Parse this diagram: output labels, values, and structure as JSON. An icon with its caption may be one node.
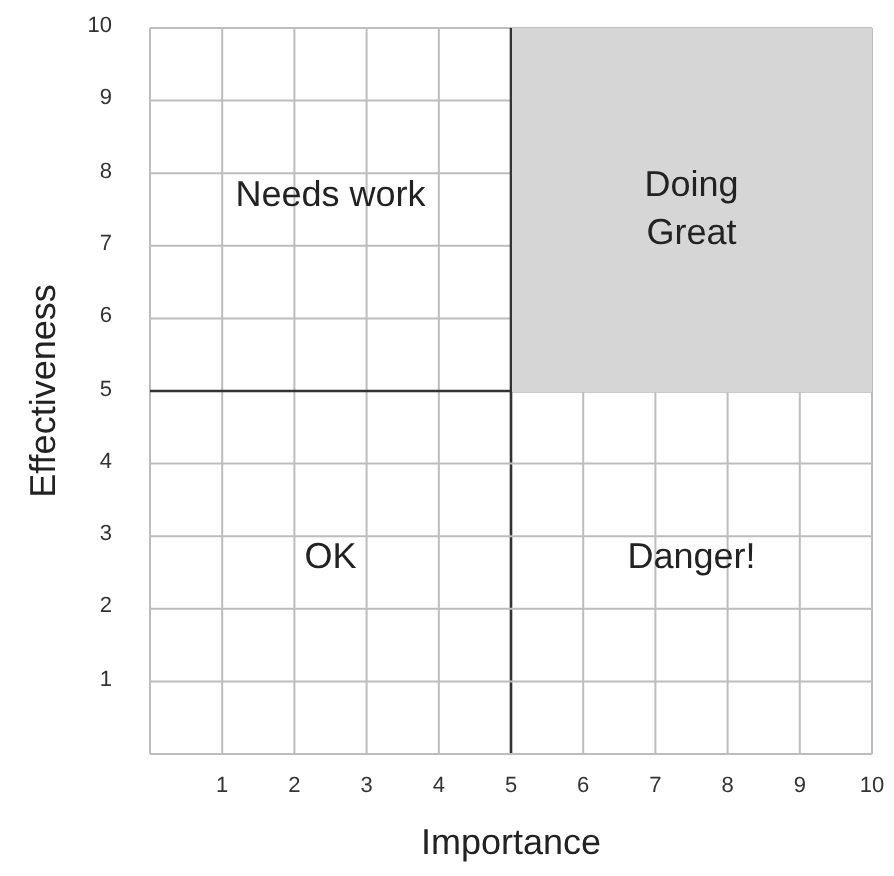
{
  "diagram": {
    "nodes": [
      {
        "text": [
          "Needs work"
        ]
      },
      {
        "text": [
          "Doing Great"
        ]
      },
      {
        "text": [
          "OK"
        ]
      },
      {
        "text": [
          "Danger!"
        ]
      }
    ],
    "labels": [
      "10",
      "9",
      "8",
      "7",
      "6",
      "5",
      "4",
      "3",
      "2",
      "1",
      "1",
      "2",
      "3",
      "4",
      "5",
      "6",
      "7",
      "8",
      "9",
      "10",
      "Effectiveness",
      "Importance"
    ]
  }
}
